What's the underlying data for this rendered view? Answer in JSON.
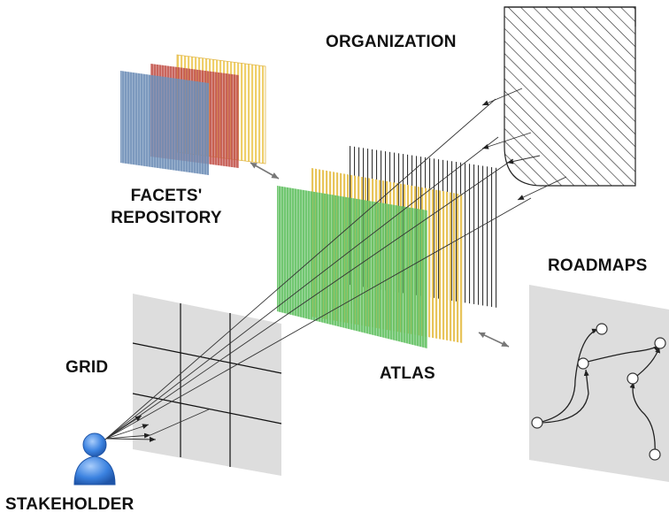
{
  "labels": {
    "organization": "ORGANIZATION",
    "facets_line1": "FACETS'",
    "facets_line2": "REPOSITORY",
    "roadmaps": "ROADMAPS",
    "grid": "GRID",
    "atlas": "ATLAS",
    "stakeholder": "STAKEHOLDER"
  },
  "colors": {
    "facet_blue": "#6f8fb8",
    "facet_red": "#c2524a",
    "facet_yellow": "#efcf6a",
    "atlas_green": "#66c266",
    "atlas_yellow": "#e8c45a",
    "panel_gray": "#dddddd",
    "line": "#222222",
    "person_blue": "#3b82e0"
  },
  "icons": {
    "stakeholder": "person-icon",
    "organization": "hatched-rounded-square"
  }
}
